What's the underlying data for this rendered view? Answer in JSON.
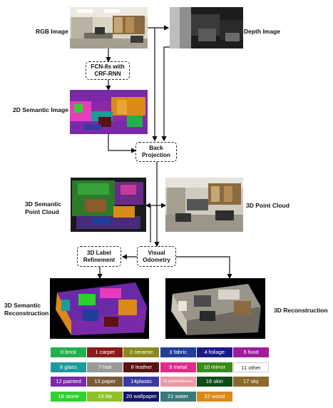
{
  "labels": {
    "rgb_image": "RGB Image",
    "depth_image": "Depth Image",
    "semantic_2d": "2D Semantic Image",
    "point_cloud_3d_semantic_line1": "3D Semantic",
    "point_cloud_3d_semantic_line2": "Point Cloud",
    "point_cloud_3d": "3D Point Cloud",
    "reconstruction_3d_semantic_line1": "3D Semantic",
    "reconstruction_3d_semantic_line2": "Reconstruction",
    "reconstruction_3d": "3D Reconstruction"
  },
  "boxes": {
    "fcn_line1": "FCN-8s with",
    "fcn_line2": "CRF-RNN",
    "back_projection_line1": "Back",
    "back_projection_line2": "Projection",
    "label_refinement_line1": "3D Label",
    "label_refinement_line2": "Refinement",
    "visual_odometry_line1": "Visual",
    "visual_odometry_line2": "Odometry"
  },
  "legend": [
    {
      "label": "0 brick",
      "color": "#22b14c",
      "text": "#ffffff"
    },
    {
      "label": "1 carpet",
      "color": "#8b1a1a",
      "text": "#ffffff"
    },
    {
      "label": "2 ceramic",
      "color": "#8a8a1e",
      "text": "#ffffff"
    },
    {
      "label": "3 fabric",
      "color": "#1f3f9a",
      "text": "#ffffff"
    },
    {
      "label": "4 foliage",
      "color": "#1a1a8c",
      "text": "#ffffff"
    },
    {
      "label": "5 food",
      "color": "#a01a9c",
      "text": "#ffffff"
    },
    {
      "label": "6 glass",
      "color": "#1e9a9a",
      "text": "#ffffff"
    },
    {
      "label": "7 hair",
      "color": "#9a9a9a",
      "text": "#ffffff"
    },
    {
      "label": "8 leather",
      "color": "#5a1212",
      "text": "#ffffff"
    },
    {
      "label": "9 metal",
      "color": "#e02b8c",
      "text": "#ffffff"
    },
    {
      "label": "10 mirror",
      "color": "#3a8a1a",
      "text": "#ffffff"
    },
    {
      "label": "11 other",
      "color": "#ffffff",
      "text": "#222222"
    },
    {
      "label": "12 painted",
      "color": "#7a2aa8",
      "text": "#ffffff"
    },
    {
      "label": "13 paper",
      "color": "#7a5a3a",
      "text": "#ffffff"
    },
    {
      "label": "14plastic",
      "color": "#3a3aa0",
      "text": "#ffffff"
    },
    {
      "label": "15 polishedstone",
      "color": "#e89aa6",
      "text": "#ffffff"
    },
    {
      "label": "16 skin",
      "color": "#0f4a1a",
      "text": "#ffffff"
    },
    {
      "label": "17 sky",
      "color": "#8a6a2a",
      "text": "#ffffff"
    },
    {
      "label": "18 stone",
      "color": "#2ed22e",
      "text": "#ffffff"
    },
    {
      "label": "19 tile",
      "color": "#8fc22a",
      "text": "#ffffff"
    },
    {
      "label": "20 wallpaper",
      "color": "#141464",
      "text": "#ffffff"
    },
    {
      "label": "21 water",
      "color": "#3a7a7a",
      "text": "#ffffff"
    },
    {
      "label": "22 wood",
      "color": "#d98a1a",
      "text": "#ffffff"
    }
  ]
}
